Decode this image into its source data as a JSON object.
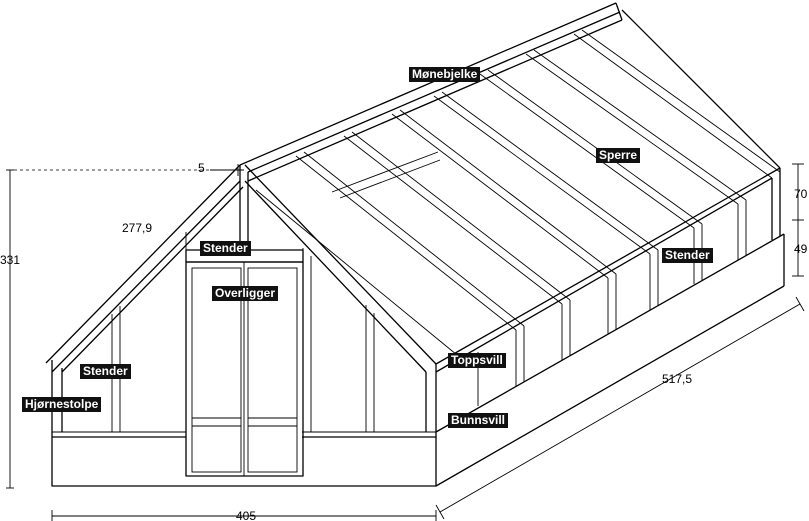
{
  "labels": {
    "monebjelke": "Mønebjelke",
    "sperre": "Sperre",
    "stender_gable": "Stender",
    "overligger": "Overligger",
    "stender_left": "Stender",
    "hjornestolpe": "Hjørnestolpe",
    "toppsvill": "Toppsvill",
    "bunnsvill": "Bunnsvill",
    "stender_right": "Stender"
  },
  "dimensions": {
    "height_total": "331",
    "roof_overhang": "5",
    "rafter_length": "277,9",
    "width": "405",
    "length": "517,5",
    "wall_top": "70",
    "wall_bottom": "49"
  },
  "colors": {
    "line": "#000000",
    "label_bg": "#111111",
    "label_text": "#ffffff"
  }
}
